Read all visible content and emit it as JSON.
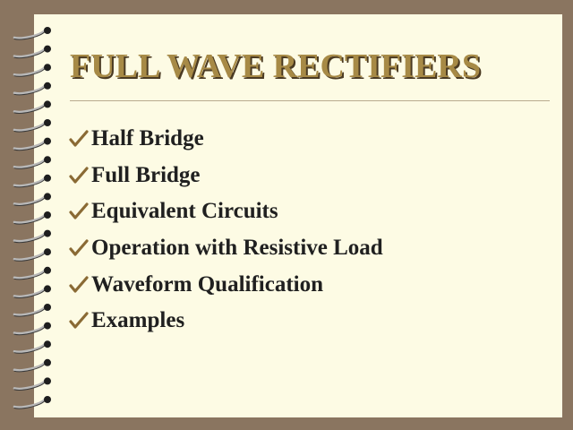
{
  "slide": {
    "title": "FULL WAVE RECTIFIERS",
    "bullets": [
      "Half Bridge",
      "Full Bridge",
      "Equivalent Circuits",
      "Operation with Resistive Load",
      "Waveform Qualification",
      "Examples"
    ]
  },
  "icons": {
    "bullet": "check-mark-icon",
    "binding": "spiral-ring-icon"
  },
  "colors": {
    "background": "#8a7560",
    "paper": "#fdfbe4",
    "title": "#a78a46",
    "title_shadow": "#4a3a22",
    "check": "#8a6a34",
    "text": "#202020"
  }
}
